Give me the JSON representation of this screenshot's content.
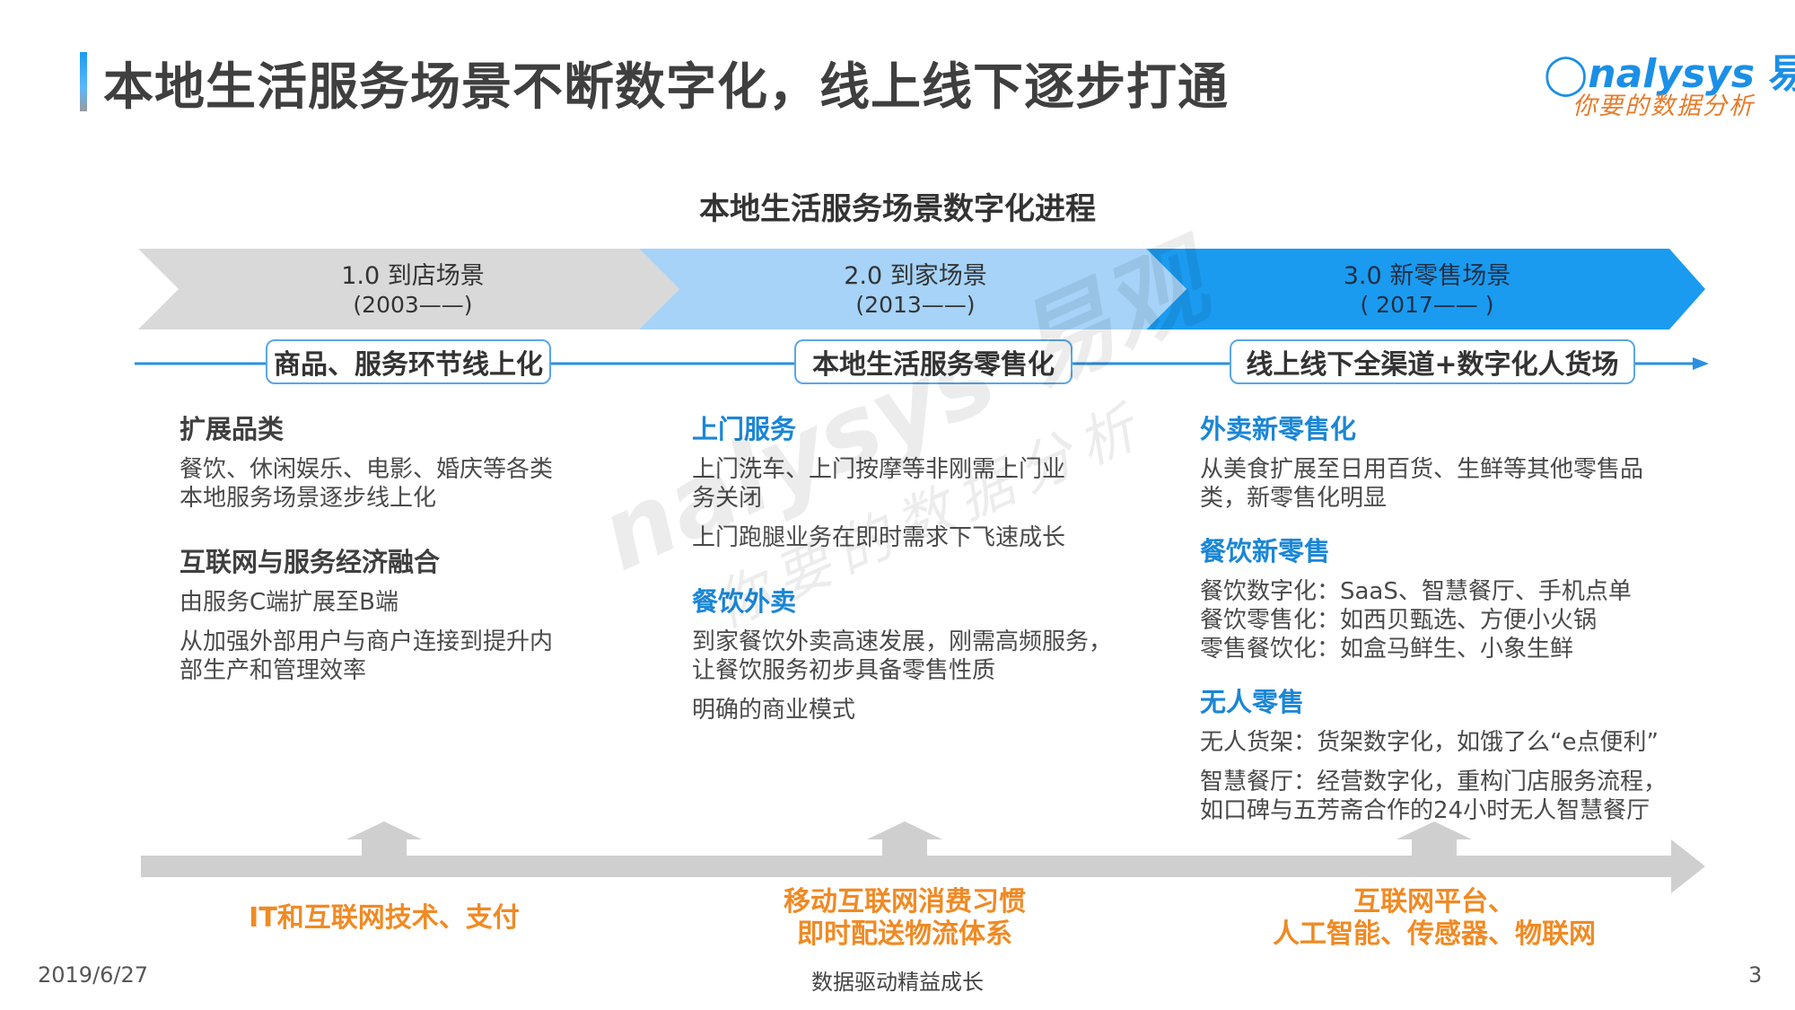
{
  "header": {
    "title": "本地生活服务场景不断数字化，线上线下逐步打通",
    "logo_en": "nalysys",
    "logo_cn": "易观",
    "logo_slogan": "你要的数据分析"
  },
  "diagram": {
    "title": "本地生活服务场景数字化进程",
    "stages": [
      {
        "label": "1.0 到店场景",
        "years": "(2003——)",
        "color": "#d9d9d9",
        "badge": "商品、服务环节线上化"
      },
      {
        "label": "2.0 到家场景",
        "years": "(2013——)",
        "color": "#a6d3f7",
        "badge": "本地生活服务零售化"
      },
      {
        "label": "3.0 新零售场景",
        "years": "( 2017—— )",
        "color": "#1a9bf0",
        "badge": "线上线下全渠道+数字化人货场"
      }
    ],
    "columns": [
      {
        "sections": [
          {
            "heading": "扩展品类",
            "items": [
              [
                "餐饮、休闲娱乐、电影、婚庆等各类",
                "本地服务场景逐步线上化"
              ]
            ]
          },
          {
            "heading": "互联网与服务经济融合",
            "items": [
              [
                "由服务C端扩展至B端"
              ],
              [
                "从加强外部用户与商户连接到提升内",
                "部生产和管理效率"
              ]
            ]
          }
        ]
      },
      {
        "sections": [
          {
            "heading": "上门服务",
            "items": [
              [
                "上门洗车、上门按摩等非刚需上门业",
                "务关闭"
              ],
              [
                "上门跑腿业务在即时需求下飞速成长"
              ]
            ]
          },
          {
            "heading": "餐饮外卖",
            "items": [
              [
                "到家餐饮外卖高速发展，刚需高频服务，",
                "让餐饮服务初步具备零售性质"
              ],
              [
                "明确的商业模式"
              ]
            ]
          }
        ]
      },
      {
        "sections": [
          {
            "heading": "外卖新零售化",
            "items": [
              [
                "从美食扩展至日用百货、生鲜等其他零售品",
                "类，新零售化明显"
              ]
            ]
          },
          {
            "heading": "餐饮新零售",
            "items": [
              [
                "餐饮数字化：SaaS、智慧餐厅、手机点单",
                "餐饮零售化：如西贝甄选、方便小火锅",
                "零售餐饮化：如盒马鲜生、小象生鲜"
              ]
            ]
          },
          {
            "heading": "无人零售",
            "items": [
              [
                "无人货架：货架数字化，如饿了么“e点便利”"
              ],
              [
                "智慧餐厅：经营数字化，重构门店服务流程，",
                "如口碑与五芳斋合作的24小时无人智慧餐厅"
              ]
            ]
          }
        ]
      }
    ],
    "drivers": [
      [
        "IT和互联网技术、支付"
      ],
      [
        "移动互联网消费习惯",
        "即时配送物流体系"
      ],
      [
        "互联网平台、",
        "人工智能、传感器、物联网"
      ]
    ]
  },
  "watermark": {
    "line1": "nalysys 易观",
    "line2": "你要的数据分析"
  },
  "footer": {
    "date": "2019/6/27",
    "center": "数据驱动精益成长",
    "page": "3"
  },
  "colors": {
    "accent_blue": "#1a86d6",
    "driver_orange": "#f08a24",
    "timeline_blue": "#2b8fe0",
    "arrow_gray": "#cfcfcf"
  }
}
